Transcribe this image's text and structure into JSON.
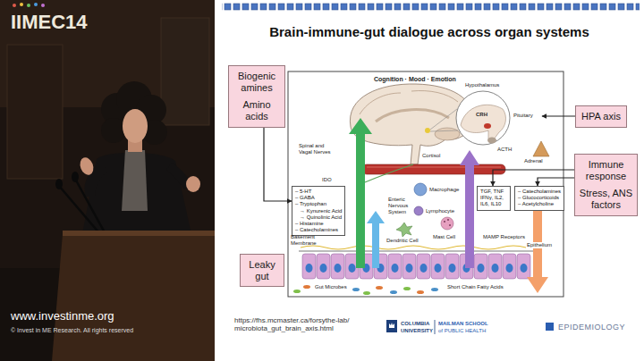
{
  "diagram": {
    "title": "Brain-immune-gut dialogue across organ systems",
    "nodes": [
      {
        "text": [
          "Biogenic amines",
          "Amino acids"
        ]
      },
      {
        "text": [
          "– 5-HT",
          "– GABA",
          "– Tryptophan",
          "→ Kynurenic Acid",
          "→ Quinolinic Acid",
          "– Histamine",
          "– Catecholamines"
        ]
      },
      {
        "text": [
          "TGF, TNF IFNγ, IL2, IL6, IL10"
        ]
      },
      {
        "text": [
          "– Catecholamines",
          "– Glucocorticoids",
          "– Acetylcholine"
        ]
      },
      {
        "text": [
          "Leaky gut"
        ]
      },
      {
        "text": [
          "HPA axis"
        ]
      },
      {
        "text": [
          "Immune response",
          "Stress, ANS factors"
        ]
      }
    ],
    "edges": [
      {
        "from": 0,
        "to": 1,
        "arrow": "to"
      },
      {
        "from": 6,
        "to": 2,
        "arrow": "to"
      },
      {
        "from": 6,
        "to": 3,
        "arrow": "to"
      }
    ],
    "labels": [
      "IIMEC14",
      "www.investinme.org",
      "© Invest in ME Research. All rights reserved",
      "Cognition · Mood · Emotion",
      "Hypothalamus",
      "CRH",
      "Pituitary",
      "ACTH",
      "Cortisol",
      "Adrenal",
      "Spinal and Vagal Nerves",
      "IDO",
      "Macrophage",
      "Enteric Nervous System",
      "Lymphocyte",
      "Dendritic Cell",
      "Mast Cell",
      "MAMP Receptors",
      "Basement Membrane",
      "Epithelium",
      "Gut Microbes",
      "Short Chain Fatty Acids",
      "https://fhs.mcmaster.ca/forsythe-lab/ microbiota_gut_brain_axis.html",
      "COLUMBIA",
      "UNIVERSITY",
      "MAILMAN SCHOOL",
      "of PUBLIC HEALTH",
      "EPIDEMIOLOGY"
    ]
  }
}
